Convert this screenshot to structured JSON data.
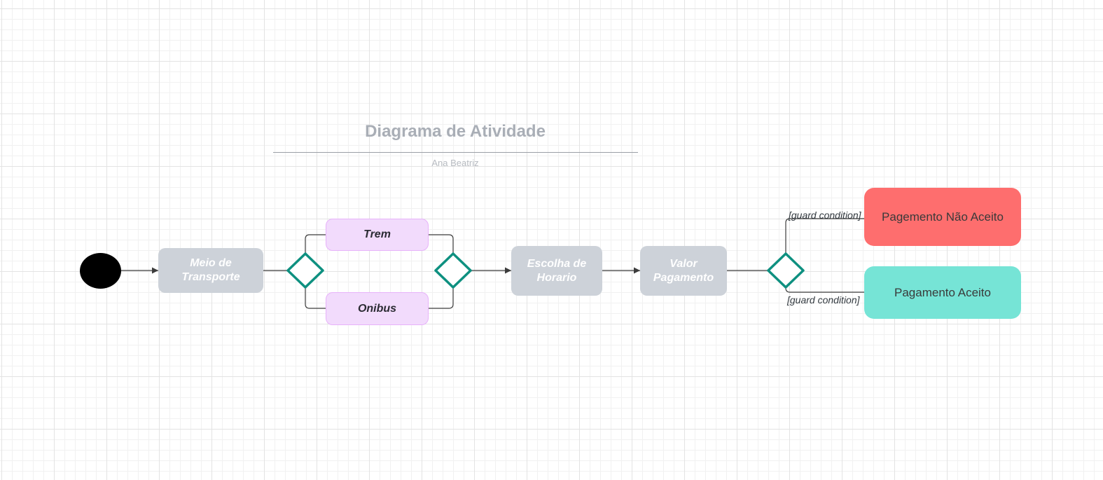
{
  "title": "Diagrama de Atividade",
  "subtitle": "Ana Beatriz",
  "nodes": {
    "meio_transporte": "Meio de Transporte",
    "trem": "Trem",
    "onibus": "Onibus",
    "escolha_horario": "Escolha de Horario",
    "valor_pagamento": "Valor Pagamento",
    "pagamento_nao_aceito": "Pagemento Não Aceito",
    "pagamento_aceito": "Pagamento Aceito"
  },
  "guards": {
    "upper": "[guard condition]",
    "lower": "[guard condition]"
  },
  "colors": {
    "activity_fill": "#cdd2d9",
    "parallel_fill": "#f2dbfc",
    "parallel_border": "#e7b2fa",
    "decision_stroke": "#0e9080",
    "rejected_fill": "#fe6e6e",
    "accepted_fill": "#76e4d6",
    "start_fill": "#000000"
  }
}
